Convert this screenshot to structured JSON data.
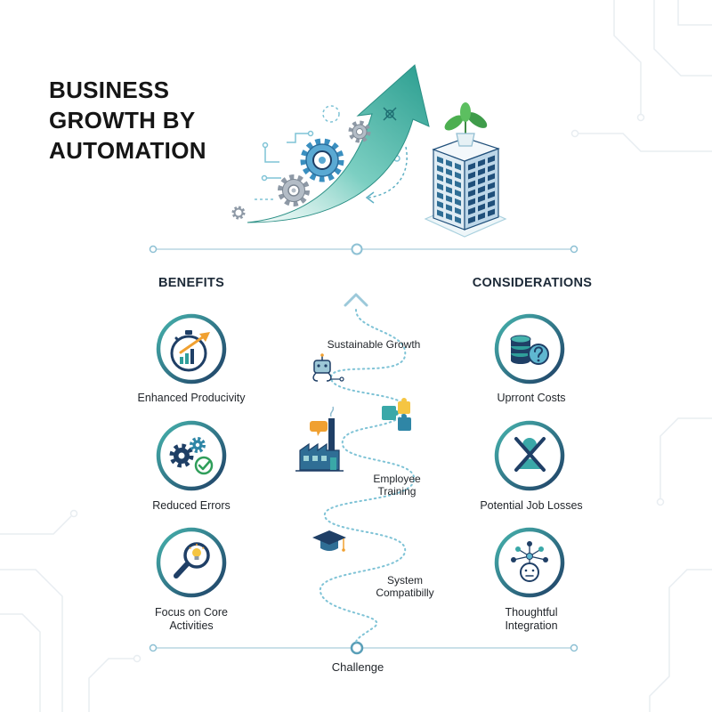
{
  "title_lines": [
    "BUSINESS",
    "GROWTH BY",
    "AUTOMATION"
  ],
  "hero": {
    "icons": [
      "rising-arrow-icon",
      "gear-icon",
      "office-building-icon",
      "plant-icon"
    ]
  },
  "benefits": {
    "heading": "BENEFITS",
    "items": [
      {
        "icon": "stopwatch-chart-icon",
        "label_lines": [
          "Enhanced Producivity"
        ]
      },
      {
        "icon": "gears-checkmark-icon",
        "label_lines": [
          "Reduced Errors"
        ]
      },
      {
        "icon": "magnifier-lightbulb-icon",
        "label_lines": [
          "Focus on Core",
          "Activities"
        ]
      }
    ]
  },
  "considerations": {
    "heading": "CONSIDERATIONS",
    "items": [
      {
        "icon": "coins-question-icon",
        "label_lines": [
          "Uprront Costs"
        ]
      },
      {
        "icon": "person-crossed-icon",
        "label_lines": [
          "Potential Job Losses"
        ]
      },
      {
        "icon": "network-head-icon",
        "label_lines": [
          "Thoughtful",
          "Integration"
        ]
      }
    ]
  },
  "pathway": {
    "top_marker_icon": "chevron-up-icon",
    "labels": [
      [
        "Sustainable Growth"
      ],
      [
        "Employee",
        "Training"
      ],
      [
        "System",
        "Compatibilly"
      ]
    ],
    "icons": [
      "robot-icon",
      "puzzle-icon",
      "factory-icon",
      "graduation-cap-icon"
    ],
    "base_label": "Challenge"
  },
  "colors": {
    "navy": "#1f3f66",
    "teal": "#2f9e9a",
    "light_blue": "#7fc3d6",
    "accent_orange": "#f0a030",
    "accent_yellow": "#f5c542",
    "leaf_green": "#4caf50",
    "divider": "#b9d6e2"
  }
}
